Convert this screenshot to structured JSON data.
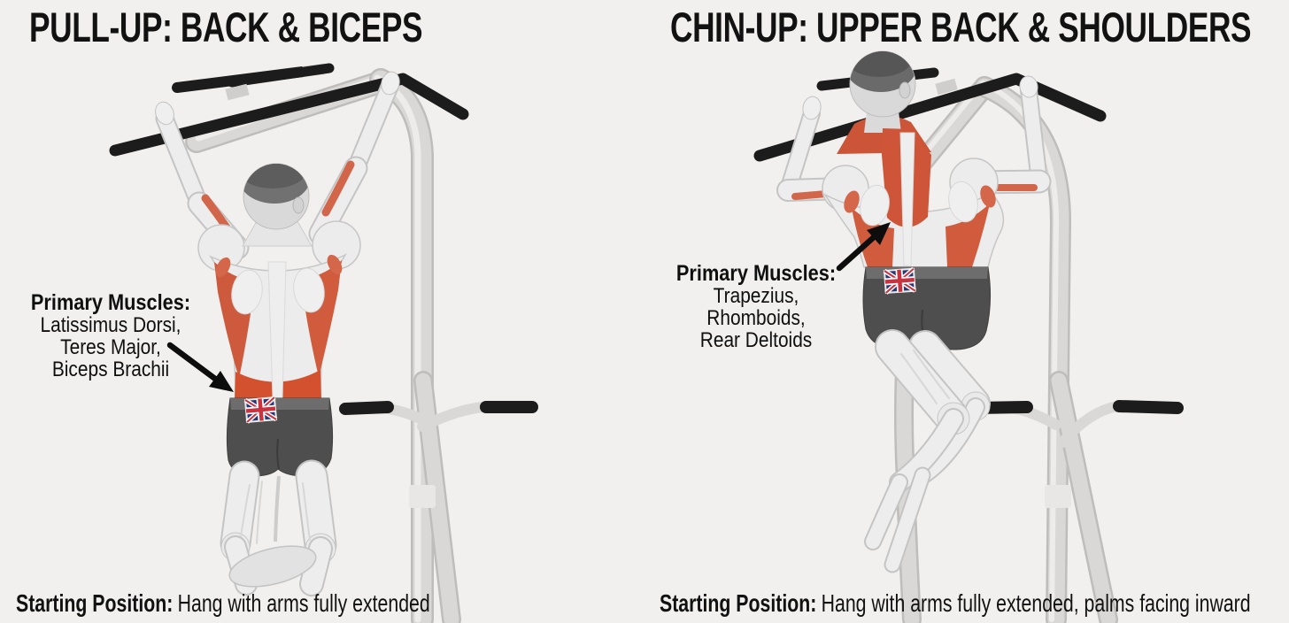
{
  "left_panel": {
    "title": "PULL-UP: BACK & BICEPS",
    "annotation": {
      "heading": "Primary Muscles:",
      "muscles": [
        "Latissimus Dorsi,",
        "Teres Major,",
        "Biceps Brachii"
      ]
    },
    "caption": {
      "label": "Starting Position:",
      "text": "Hang with arms fully extended"
    }
  },
  "right_panel": {
    "title": "CHIN-UP: UPPER BACK & SHOULDERS",
    "annotation": {
      "heading": "Primary Muscles:",
      "muscles": [
        "Trapezius,",
        "Rhomboids,",
        "Rear Deltoids"
      ]
    },
    "caption": {
      "label": "Starting Position:",
      "text": "Hang with arms fully extended, palms facing inward"
    }
  },
  "colors": {
    "background": "#f1f0ee",
    "muscle_highlight_red": "#ce5a3d",
    "muscle_highlight_deep": "#d4512f",
    "body_gray": "#ececec",
    "bar_black": "#1c1c1c",
    "frame_gray": "#d9d8d6",
    "shorts_gray": "#4f4e4e",
    "text_black": "#111111",
    "flag_navy": "#2b3674",
    "flag_red": "#c9323f"
  }
}
